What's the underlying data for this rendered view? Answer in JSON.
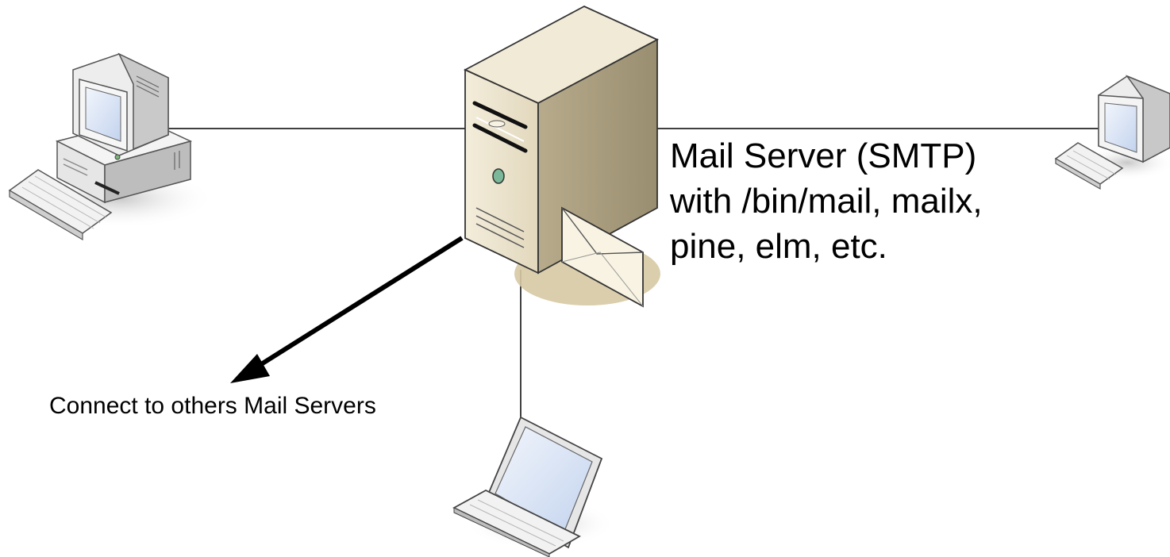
{
  "diagram": {
    "server_label": {
      "line1": "Mail Server (SMTP)",
      "line2": "with /bin/mail, mailx,",
      "line3": "pine, elm, etc."
    },
    "connect_label": "Connect to others Mail Servers"
  },
  "colors": {
    "connector": "#000000",
    "server_beige_light": "#efe8d6",
    "server_beige_mid": "#d9ceb2",
    "server_beige_dark": "#a89c7e",
    "server_shadow": "#d7c9a4",
    "screen_blue": "#d7e3f6",
    "device_gray": "#e9e9e9",
    "envelope": "#f8f3e2"
  },
  "icons": [
    "desktop-computer-icon",
    "mail-server-icon",
    "envelope-icon",
    "small-computer-icon",
    "laptop-icon",
    "arrow-icon"
  ]
}
